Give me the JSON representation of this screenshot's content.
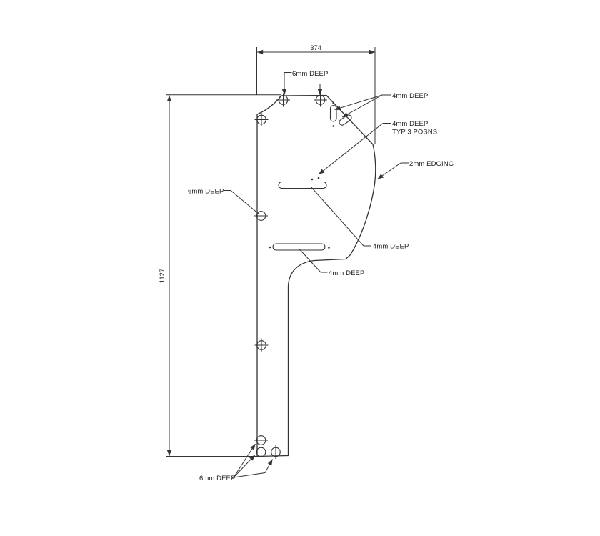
{
  "drawing": {
    "colors": {
      "line": "#333333",
      "text": "#222222",
      "background": "#ffffff"
    },
    "dimensions": {
      "width": "374",
      "height": "1127"
    },
    "labels": {
      "top_slots": "6mm DEEP",
      "top_right_slots": "4mm DEEP",
      "typ_line1": "4mm DEEP",
      "typ_line2": "TYP 3 POSNS",
      "edging": "2mm EDGING",
      "left_hole": "6mm DEEP",
      "upper_slot": "4mm DEEP",
      "lower_slot": "4mm DEEP",
      "bottom_holes": "6mm DEEP"
    }
  }
}
